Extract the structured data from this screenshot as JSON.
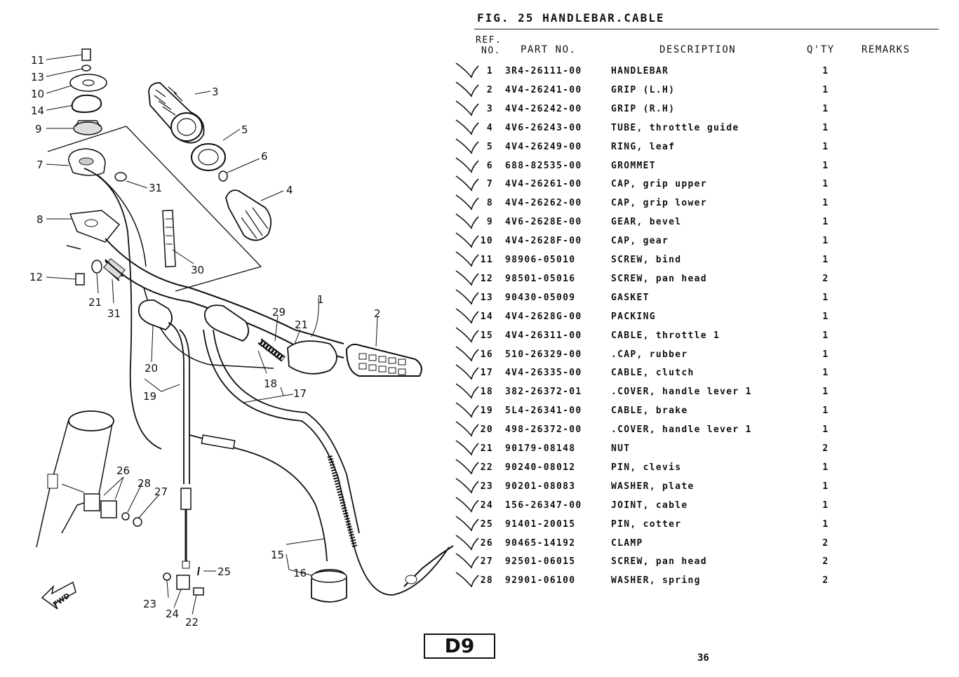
{
  "figure": {
    "title": "FIG. 25  HANDLEBAR.CABLE"
  },
  "table": {
    "headers": {
      "ref_line1": "REF.",
      "ref_line2": "NO.",
      "part_no": "PART NO.",
      "description": "DESCRIPTION",
      "qty": "Q'TY",
      "remarks": "REMARKS"
    },
    "rows": [
      {
        "ref": "1",
        "part": "3R4-26111-00",
        "desc": "HANDLEBAR",
        "qty": "1"
      },
      {
        "ref": "2",
        "part": "4V4-26241-00",
        "desc": "GRIP (L.H)",
        "qty": "1"
      },
      {
        "ref": "3",
        "part": "4V4-26242-00",
        "desc": "GRIP (R.H)",
        "qty": "1"
      },
      {
        "ref": "4",
        "part": "4V6-26243-00",
        "desc": "TUBE, throttle guide",
        "qty": "1"
      },
      {
        "ref": "5",
        "part": "4V4-26249-00",
        "desc": "RING, leaf",
        "qty": "1"
      },
      {
        "ref": "6",
        "part": "688-82535-00",
        "desc": "GROMMET",
        "qty": "1"
      },
      {
        "ref": "7",
        "part": "4V4-26261-00",
        "desc": "CAP, grip upper",
        "qty": "1"
      },
      {
        "ref": "8",
        "part": "4V4-26262-00",
        "desc": "CAP, grip lower",
        "qty": "1"
      },
      {
        "ref": "9",
        "part": "4V6-2628E-00",
        "desc": "GEAR, bevel",
        "qty": "1"
      },
      {
        "ref": "10",
        "part": "4V4-2628F-00",
        "desc": "CAP, gear",
        "qty": "1"
      },
      {
        "ref": "11",
        "part": "98906-05010",
        "desc": "SCREW, bind",
        "qty": "1"
      },
      {
        "ref": "12",
        "part": "98501-05016",
        "desc": "SCREW, pan head",
        "qty": "2"
      },
      {
        "ref": "13",
        "part": "90430-05009",
        "desc": "GASKET",
        "qty": "1"
      },
      {
        "ref": "14",
        "part": "4V4-2628G-00",
        "desc": "PACKING",
        "qty": "1"
      },
      {
        "ref": "15",
        "part": "4V4-26311-00",
        "desc": "CABLE, throttle 1",
        "qty": "1"
      },
      {
        "ref": "16",
        "part": "510-26329-00",
        "desc": ".CAP, rubber",
        "qty": "1"
      },
      {
        "ref": "17",
        "part": "4V4-26335-00",
        "desc": "CABLE, clutch",
        "qty": "1"
      },
      {
        "ref": "18",
        "part": "382-26372-01",
        "desc": ".COVER, handle lever 1",
        "qty": "1"
      },
      {
        "ref": "19",
        "part": "5L4-26341-00",
        "desc": "CABLE, brake",
        "qty": "1"
      },
      {
        "ref": "20",
        "part": "498-26372-00",
        "desc": ".COVER, handle lever 1",
        "qty": "1"
      },
      {
        "ref": "21",
        "part": "90179-08148",
        "desc": "NUT",
        "qty": "2"
      },
      {
        "ref": "22",
        "part": "90240-08012",
        "desc": "PIN, clevis",
        "qty": "1"
      },
      {
        "ref": "23",
        "part": "90201-08083",
        "desc": "WASHER, plate",
        "qty": "1"
      },
      {
        "ref": "24",
        "part": "156-26347-00",
        "desc": "JOINT, cable",
        "qty": "1"
      },
      {
        "ref": "25",
        "part": "91401-20015",
        "desc": "PIN, cotter",
        "qty": "1"
      },
      {
        "ref": "26",
        "part": "90465-14192",
        "desc": "CLAMP",
        "qty": "2"
      },
      {
        "ref": "27",
        "part": "92501-06015",
        "desc": "SCREW, pan head",
        "qty": "2"
      },
      {
        "ref": "28",
        "part": "92901-06100",
        "desc": "WASHER, spring",
        "qty": "2"
      }
    ]
  },
  "diagram_labels": [
    "11",
    "13",
    "10",
    "14",
    "9",
    "7",
    "8",
    "12",
    "21",
    "31",
    "3",
    "5",
    "6",
    "31",
    "4",
    "30",
    "1",
    "2",
    "29",
    "21",
    "18",
    "20",
    "19",
    "17",
    "26",
    "28",
    "27",
    "15",
    "16",
    "23",
    "24",
    "22",
    "25",
    "FWD"
  ],
  "footer": {
    "section_code": "D9",
    "page_number": "36"
  },
  "icons": [
    "checkmark-icon",
    "fwd-arrow-icon"
  ]
}
